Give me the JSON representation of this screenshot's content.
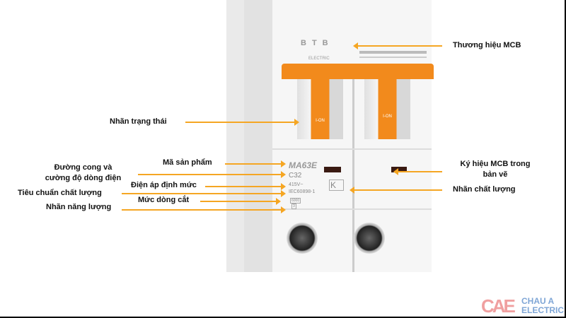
{
  "labels": {
    "brand": "Thương hiệu MCB",
    "status": "Nhãn trạng thái",
    "product_code": "Mã sản phẩm",
    "curve_line1": "Đường cong và",
    "curve_line2": "cường độ dòng điện",
    "voltage": "Điện áp định mức",
    "standard": "Tiêu chuẩn chất lượng",
    "breaking": "Mức dòng cắt",
    "energy": "Nhãn năng lượng",
    "symbol_line1": "Ký hiệu MCB trong",
    "symbol_line2": "bản vẽ",
    "quality": "Nhãn chất lượng"
  },
  "device": {
    "logo": "BTB",
    "logo_sub": "ELECTRIC",
    "on_label": "I-ON",
    "model": "MA63E",
    "curve": "C32",
    "voltage": "415V~",
    "standard": "IEC60898-1",
    "breaking": "6000",
    "class": "3",
    "mark": "K"
  },
  "watermark": {
    "logo": "CAE",
    "line1": "CHAU A",
    "line2": "ELECTRIC"
  },
  "colors": {
    "accent": "#f5a623",
    "toggle": "#f28a1c"
  }
}
